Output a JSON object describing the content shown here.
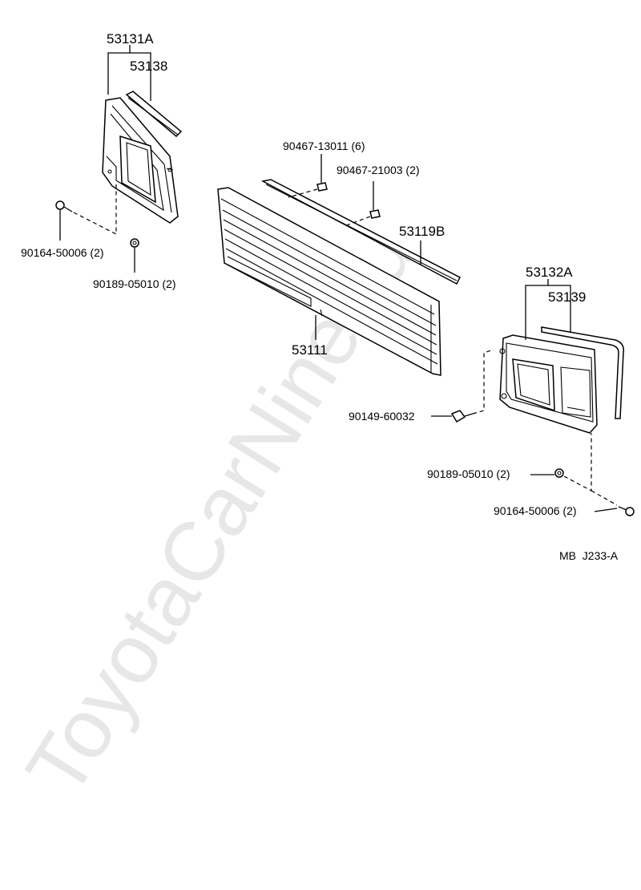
{
  "watermark": "ToyotaCarNine.ru",
  "diagram_code": "MB  J233-A",
  "parts": {
    "p53131A": "53131A",
    "p53138": "53138",
    "p53132A": "53132A",
    "p53139": "53139",
    "p53119B": "53119B",
    "p53111": "53111",
    "p90467_13011": "90467-13011 (6)",
    "p90467_21003": "90467-21003 (2)",
    "p90164_50006_left": "90164-50006 (2)",
    "p90189_05010_left": "90189-05010 (2)",
    "p90149_60032": "90149-60032",
    "p90189_05010_right": "90189-05010 (2)",
    "p90164_50006_right": "90164-50006 (2)"
  }
}
